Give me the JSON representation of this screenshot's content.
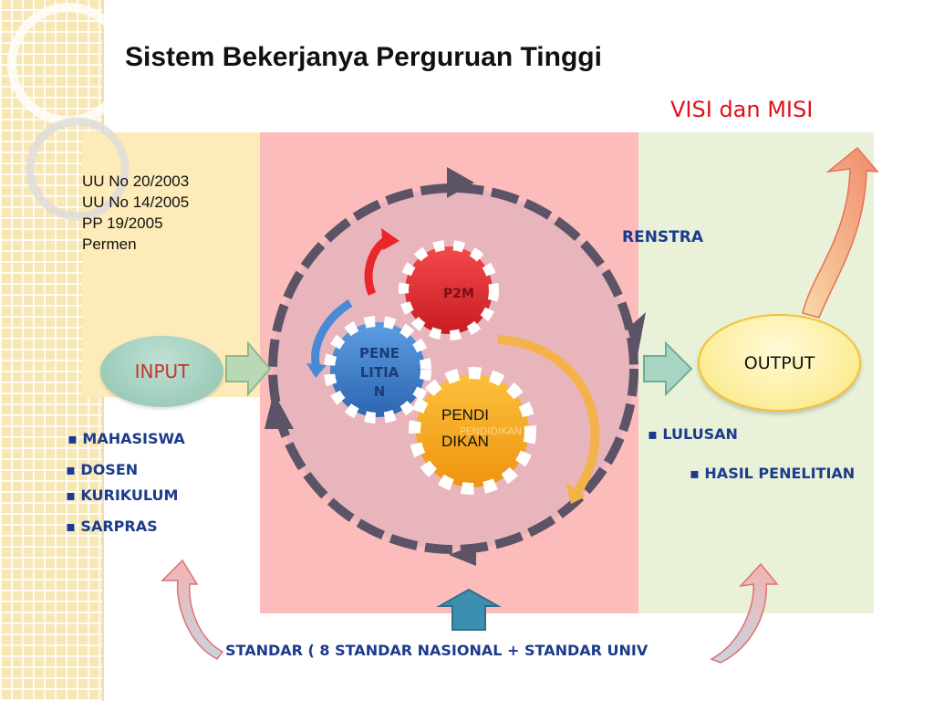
{
  "slide": {
    "title": "Sistem Bekerjanya Perguruan Tinggi",
    "visi_misi": "VISI dan MISI"
  },
  "legal_basis": [
    "UU  No 20/2003",
    "UU  No 14/2005",
    "PP 19/2005",
    "Permen"
  ],
  "renstra": "RENSTRA",
  "input": {
    "label": "INPUT",
    "items": [
      "▪ MAHASISWA",
      "▪ DOSEN",
      "▪ KURIKULUM",
      "▪ SARPRAS"
    ]
  },
  "output": {
    "label": "OUTPUT",
    "items": [
      "▪ LULUSAN",
      "▪ HASIL PENELITIAN"
    ]
  },
  "gears": {
    "p2m": "P2M",
    "penelitian_lines": [
      "PENE",
      "LITIA",
      "N"
    ],
    "pendidikan_lines": [
      "PENDI",
      "DIKAN"
    ],
    "pendidikan_ghost": "PENDIDIKAN"
  },
  "standar": "STANDAR ( 8 STANDAR NASIONAL + STANDAR UNIV",
  "colors": {
    "title_red": "#e0111a",
    "label_blue": "#1c3b8c",
    "gear_red": "#e8262b",
    "gear_blue": "#3d7dc9",
    "gear_orange": "#f6a51b",
    "cycle_ring": "#5c5466"
  }
}
